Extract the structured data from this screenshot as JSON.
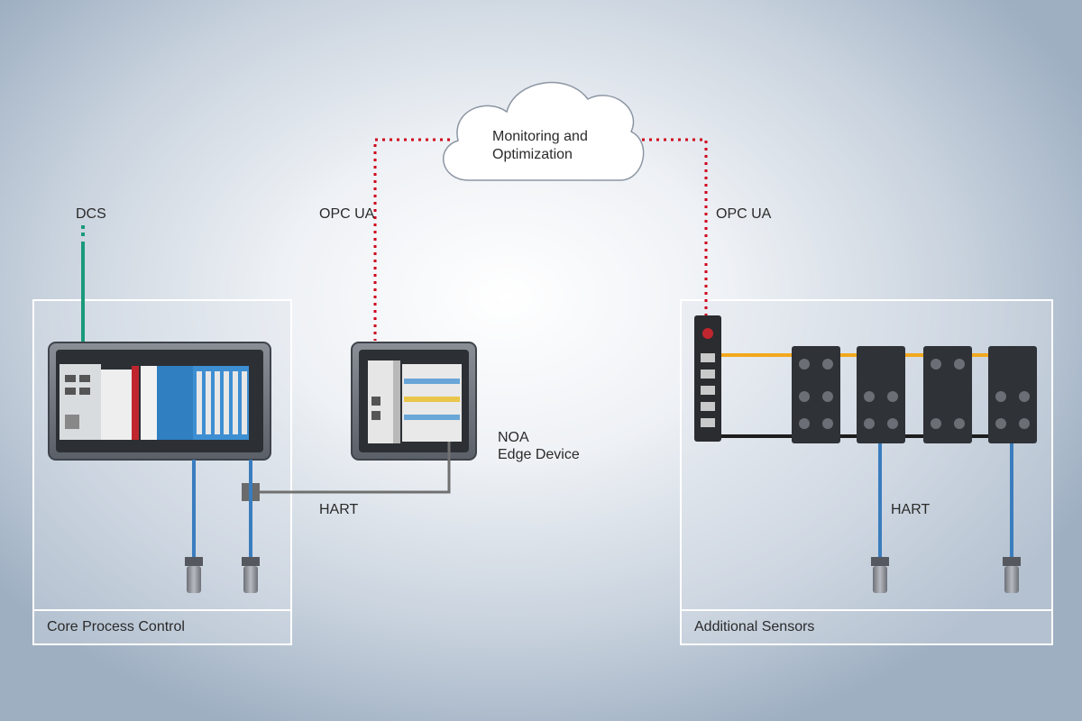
{
  "cloud": {
    "line1": "Monitoring and",
    "line2": "Optimization"
  },
  "labels": {
    "dcs": "DCS",
    "opc_left": "OPC UA",
    "opc_right": "OPC UA",
    "noa_line1": "NOA",
    "noa_line2": "Edge Device",
    "hart_left": "HART",
    "hart_right": "HART"
  },
  "panels": {
    "core": "Core Process Control",
    "sensors": "Additional Sensors"
  },
  "colors": {
    "opc_link": "#d0021b",
    "dcs_link": "#1a9a7a",
    "hart_cable": "#3a7dbf",
    "ethercat_link": "#f2a81d",
    "hart_link": "#707070"
  }
}
